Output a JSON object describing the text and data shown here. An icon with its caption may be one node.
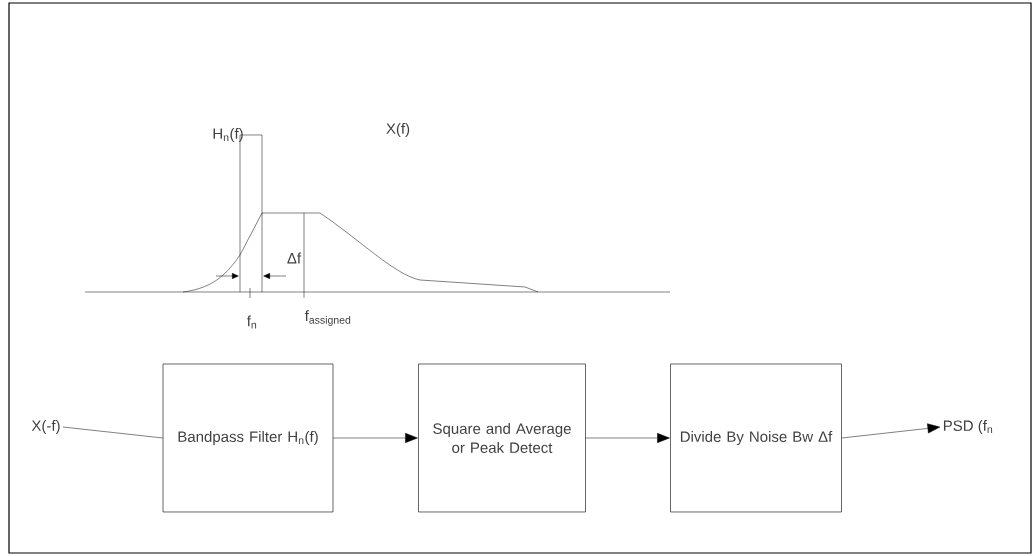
{
  "diagram": {
    "nodes": [
      {
        "text": [
          "X(-f)"
        ]
      },
      {
        "text": [
          "Bandpass Filter H$_{n}$(f)"
        ]
      },
      {
        "text": [
          "Square and Average or Peak Detect"
        ]
      },
      {
        "text": [
          "Divide By Noise Bw Δf"
        ]
      },
      {
        "text": [
          "PSD (f$_{n}$"
        ]
      }
    ],
    "edges": [
      {
        "from": 0,
        "to": 1,
        "arrow": "none"
      },
      {
        "from": 1,
        "to": 2,
        "arrow": "to"
      },
      {
        "from": 2,
        "to": 3,
        "arrow": "to"
      },
      {
        "from": 3,
        "to": 4,
        "arrow": "to"
      }
    ],
    "labels": [
      "H$_{n}$(f)",
      "X(f)",
      "Δf",
      "f$_{n}$",
      "f$_{assigned}$"
    ]
  }
}
